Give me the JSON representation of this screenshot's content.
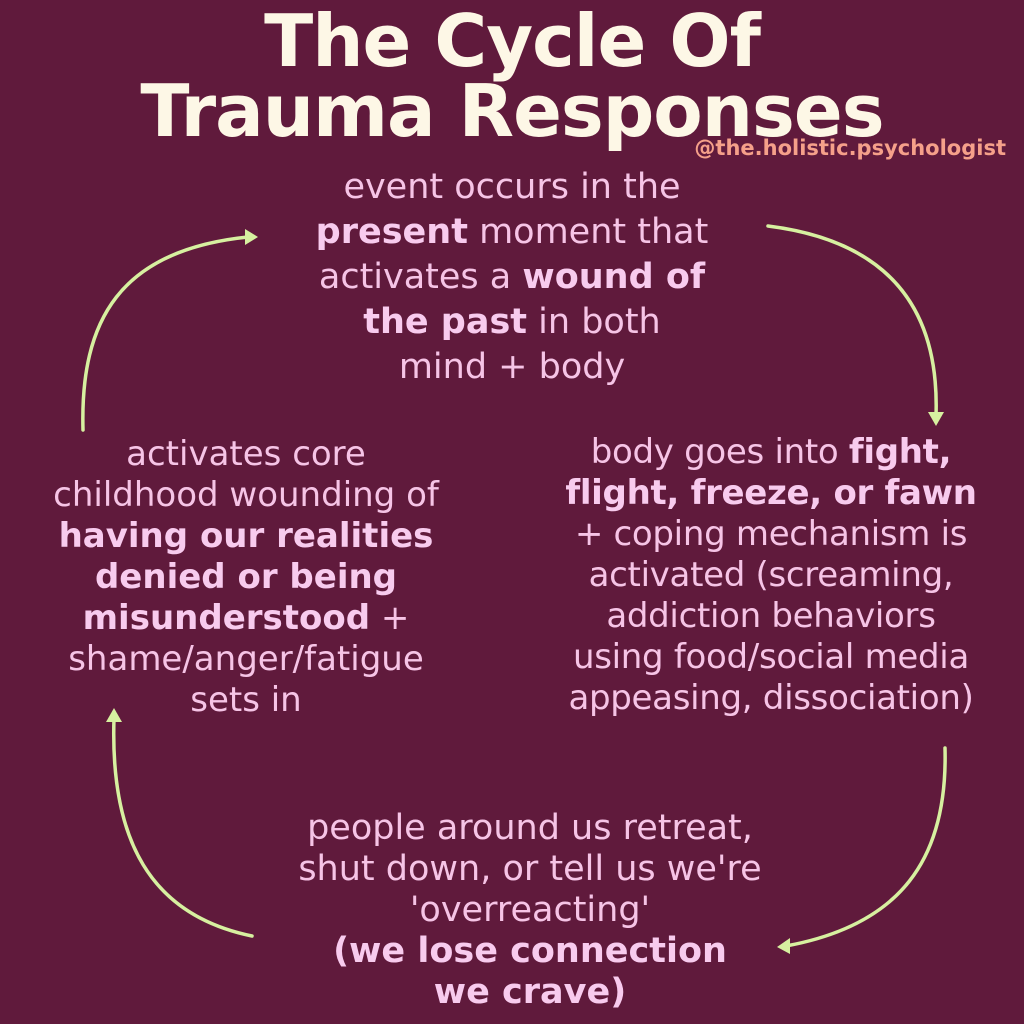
{
  "title": {
    "line1": "The Cycle Of",
    "line2": "Trauma Responses"
  },
  "handle": "@the.holistic.psychologist",
  "colors": {
    "background": "#601a3c",
    "title": "#fdf7e6",
    "text": "#f6c4e6",
    "handle": "#f5a08a",
    "arrow": "#d7f0a0"
  },
  "top": {
    "l1": "event occurs in the",
    "l2b": "present",
    "l2": " moment that",
    "l3": "activates a ",
    "l3b": "wound of",
    "l4b": "the past",
    "l4": " in both",
    "l5": "mind + body"
  },
  "right": {
    "l1": "body goes into ",
    "l1b": "fight,",
    "l2b": "flight, freeze, or fawn",
    "l3": "+ coping mechanism is",
    "l4": "activated (screaming,",
    "l5": "addiction behaviors",
    "l6": "using food/social media",
    "l7": "appeasing, dissociation)"
  },
  "bottom": {
    "l1": "people around us retreat,",
    "l2": "shut down, or tell us we're",
    "l3": "'overreacting'",
    "l4b": "(we lose connection",
    "l5b": "we crave)"
  },
  "left": {
    "l1": "activates core",
    "l2": "childhood wounding of",
    "l3b": "having our realities",
    "l4b": "denied or being",
    "l5b": "misunderstood",
    "l5": " +",
    "l6": "shame/anger/fatigue",
    "l7": "sets in"
  }
}
